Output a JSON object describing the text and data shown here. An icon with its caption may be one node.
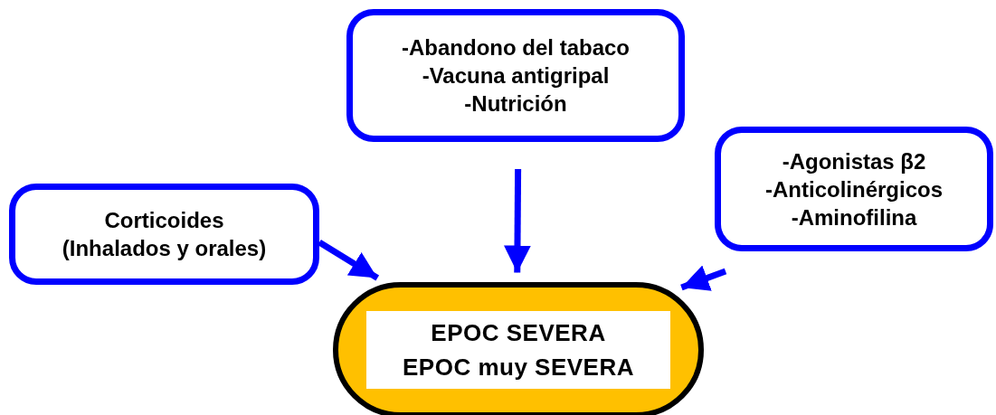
{
  "diagram": {
    "nodes": [
      {
        "text": [
          "-Abandono del tabaco",
          "-Vacuna antigripal",
          "-Nutrición"
        ]
      },
      {
        "text": [
          "-Agonistas β2",
          "-Anticolinérgicos",
          "-Aminofilina"
        ]
      },
      {
        "text": [
          "Corticoides",
          "(Inhalados y orales)"
        ]
      },
      {
        "text": [
          "EPOC  SEVERA",
          "EPOC muy SEVERA"
        ]
      }
    ],
    "edges": [
      {
        "from": 0,
        "to": 3,
        "arrow": "to"
      },
      {
        "from": 2,
        "to": 3,
        "arrow": "to"
      },
      {
        "from": 1,
        "to": 3,
        "arrow": "to"
      }
    ]
  }
}
